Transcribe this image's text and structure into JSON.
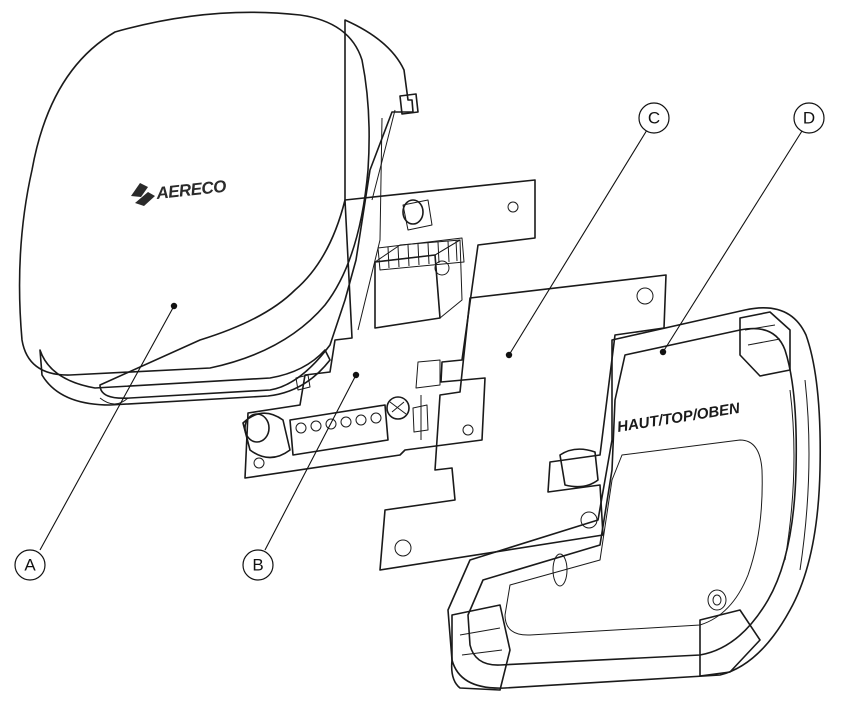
{
  "brand_logo_text": "AERECO",
  "base_marking": "HAUT/TOP/OBEN",
  "callouts": [
    {
      "letter": "A",
      "part": "cover"
    },
    {
      "letter": "B",
      "part": "circuit-board"
    },
    {
      "letter": "C",
      "part": "insulating-sheet"
    },
    {
      "letter": "D",
      "part": "base"
    }
  ],
  "colors": {
    "outline": "#1a1a1a",
    "cover_fill": "#ffffff",
    "pcb_fill": "#a9a9a9",
    "sheet_fill": "#d2d2d2",
    "base_fill": "#f2f2f2"
  }
}
